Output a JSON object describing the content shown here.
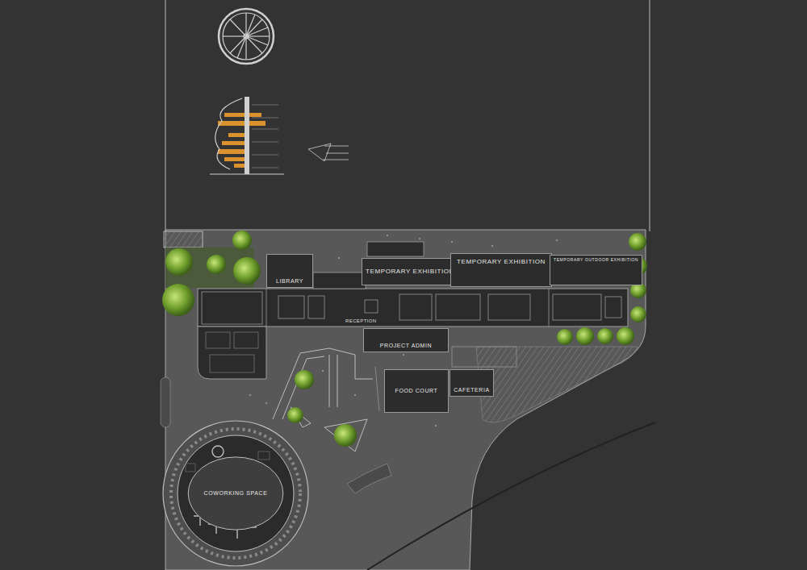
{
  "diagram": {
    "nodes": [
      {
        "text": [
          "LIBRARY"
        ]
      },
      {
        "text": [
          "TEMPORARY EXHIBITION"
        ]
      },
      {
        "text": [
          "TEMPORARY EXHIBITION"
        ]
      },
      {
        "text": [
          "TEMPORARY OUTDOOR EXHIBITION"
        ]
      },
      {
        "text": [
          "PROJECT ADMIN"
        ]
      },
      {
        "text": [
          "FOOD COURT"
        ]
      },
      {
        "text": [
          "CAFETERIA"
        ]
      },
      {
        "text": [
          "COWORKING SPACE"
        ]
      }
    ],
    "labels": [
      "RECEPTION"
    ]
  }
}
